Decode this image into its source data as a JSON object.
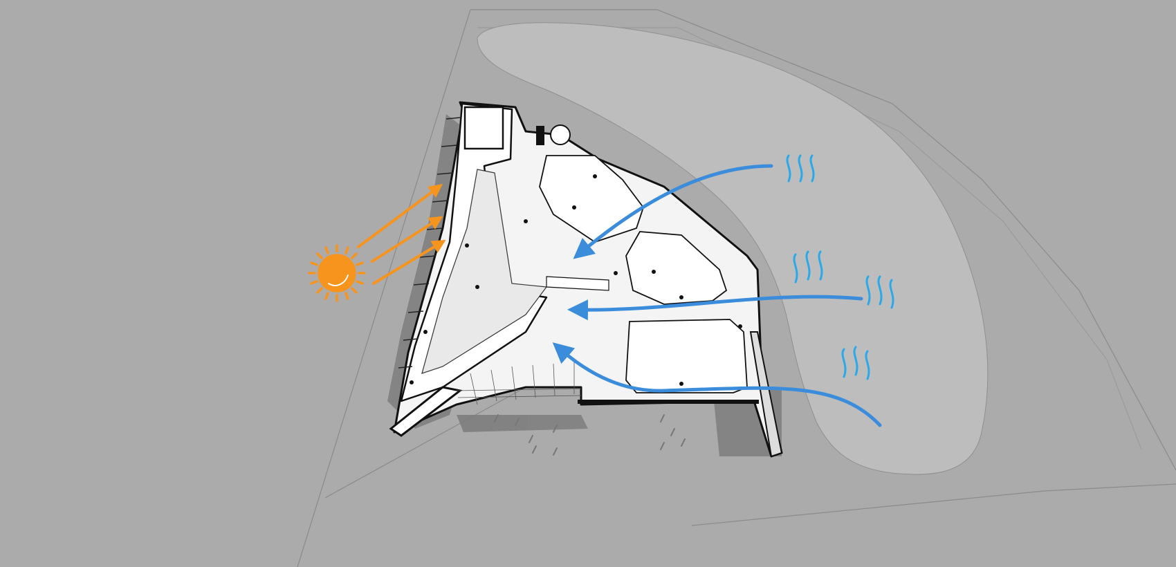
{
  "diagram": {
    "type": "architectural climate diagram",
    "labels": [],
    "colors": {
      "background": "#ababab",
      "site_lawn": "#bdbdbd",
      "building_fill": "#ffffff",
      "building_edge": "#111111",
      "shadow": "#7c7c7c",
      "sun": "#f7941d",
      "wind": "#3b8ddc",
      "wind_waves": "#2aa9ea"
    },
    "icons": {
      "sun": "sun-icon",
      "sun_rays": "sun-ray-arrow-icon",
      "wind": "wind-arrow-icon",
      "wind_source": "wind-waves-icon"
    },
    "counts": {
      "sun_ray_arrows": 3,
      "wind_arrows": 3,
      "wind_wave_groups": 4
    }
  }
}
